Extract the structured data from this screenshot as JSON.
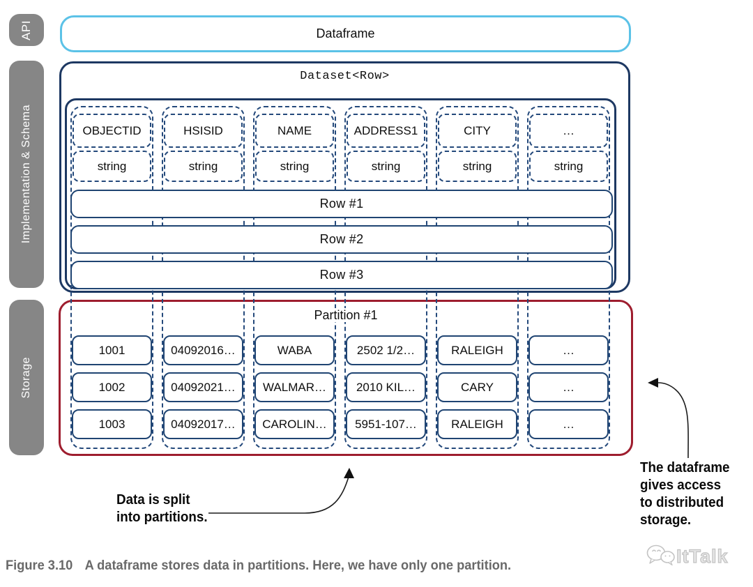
{
  "sidebar": {
    "api": "API",
    "implementation": "Implementation & Schema",
    "storage": "Storage"
  },
  "api_layer": {
    "dataframe": "Dataframe"
  },
  "schema_layer": {
    "dataset": "Dataset<Row>",
    "columns": [
      {
        "name": "OBJECTID",
        "type": "string"
      },
      {
        "name": "HSISID",
        "type": "string"
      },
      {
        "name": "NAME",
        "type": "string"
      },
      {
        "name": "ADDRESS1",
        "type": "string"
      },
      {
        "name": "CITY",
        "type": "string"
      },
      {
        "name": "…",
        "type": "string"
      }
    ],
    "rows": [
      "Row #1",
      "Row #2",
      "Row #3"
    ]
  },
  "storage_layer": {
    "partition": "Partition #1",
    "cells": [
      [
        "1001",
        "04092016…",
        "WABA",
        "2502 1/2…",
        "RALEIGH",
        "…"
      ],
      [
        "1002",
        "04092021…",
        "WALMAR…",
        "2010 KIL…",
        "CARY",
        "…"
      ],
      [
        "1003",
        "04092017…",
        "CAROLIN…",
        "5951-107…",
        "RALEIGH",
        "…"
      ]
    ]
  },
  "annotations": {
    "partition_note": {
      "lines": [
        "Data is split",
        "into partitions."
      ]
    },
    "storage_note": {
      "lines": [
        "The dataframe",
        "gives access",
        "to distributed",
        "storage."
      ]
    }
  },
  "caption": {
    "label": "Figure 3.10",
    "text": "A dataframe stores data in partitions. Here, we have only one partition."
  },
  "watermark": {
    "text": "ItTalk"
  },
  "colors": {
    "accent_blue": "#5BC2E7",
    "navy": "#1F4472",
    "dark_navy": "#1D3862",
    "dashed_navy": "#24497B",
    "partition_red": "#9E1D2E",
    "sidebar_gray": "#868686",
    "caption_gray": "#696969"
  }
}
